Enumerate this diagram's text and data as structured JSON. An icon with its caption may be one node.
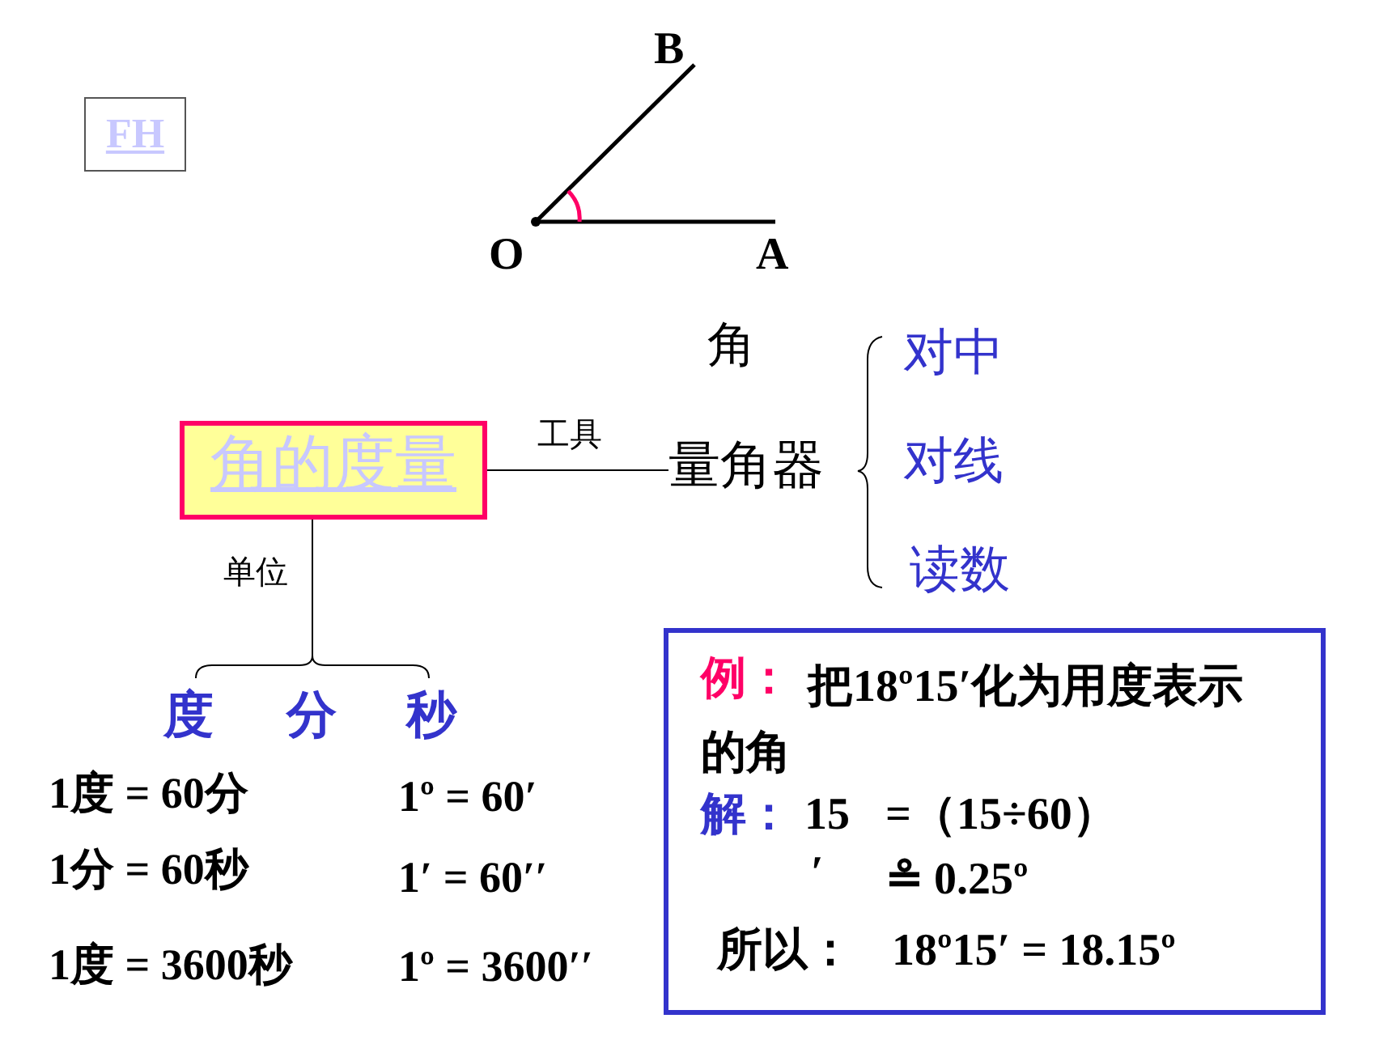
{
  "diagram": {
    "nodes": [
      {
        "text": [
          "FH"
        ]
      },
      {
        "text": [
          "角的度量"
        ]
      },
      {
        "text": [
          "量角器"
        ]
      },
      {
        "text": [
          "度",
          "分",
          "秒"
        ]
      },
      {
        "text": [
          "例：",
          "把18º15′化为用度表示的角",
          "解：",
          "15",
          "=（15÷60）",
          "′",
          "≗ 0.25º",
          "所以：",
          "18º15′ = 18.15º"
        ]
      }
    ],
    "edges": [
      {
        "from": 1,
        "to": 2,
        "label": "工具",
        "arrow": "none"
      },
      {
        "from": 1,
        "to": 3,
        "label": "单位",
        "arrow": "none"
      }
    ],
    "labels": [
      "B",
      "O",
      "A",
      "角",
      "对中",
      "对线",
      "读数",
      "1度 = 60分",
      "1º = 60′",
      "1分 = 60秒",
      "1′ = 60′′",
      "1度 = 3600秒",
      "1º = 3600′′"
    ]
  }
}
